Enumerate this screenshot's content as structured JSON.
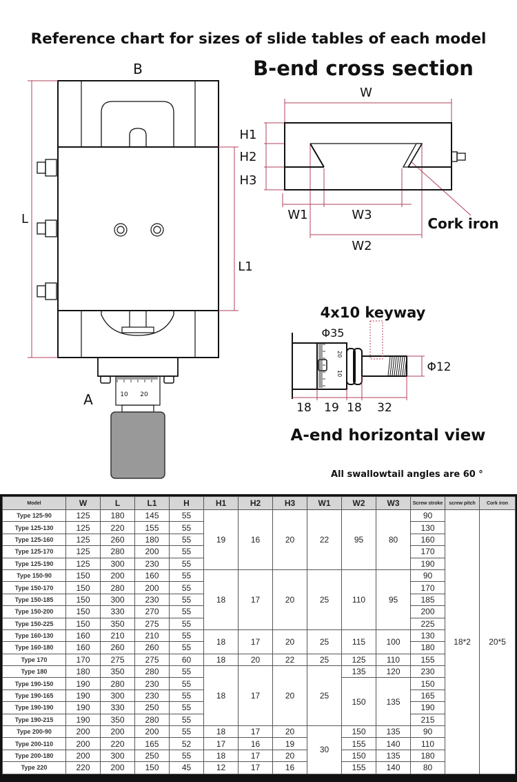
{
  "title": "Reference chart for sizes of slide tables of each model",
  "top_view": {
    "end_b": "B",
    "end_a": "A",
    "dim_l": "L",
    "dim_l1": "L1",
    "scale_10": "10",
    "scale_20": "20"
  },
  "cross_section": {
    "title": "B-end cross section",
    "w": "W",
    "h1": "H1",
    "h2": "H2",
    "h3": "H3",
    "w1": "W1",
    "w2": "W2",
    "w3": "W3",
    "cork_iron": "Cork iron"
  },
  "a_end": {
    "title": "A-end horizontal view",
    "keyway": "4x10 keyway",
    "dia_35": "Φ35",
    "dia_12": "Φ12",
    "dial_10": "10",
    "dial_20": "20",
    "dims": [
      "18",
      "19",
      "18",
      "32"
    ]
  },
  "note": "All swallowtail angles are 60 °",
  "table": {
    "headers": [
      "Model",
      "W",
      "L",
      "L1",
      "H",
      "H1",
      "H2",
      "H3",
      "W1",
      "W2",
      "W3",
      "Screw stroke",
      "screw pitch",
      "Cork iron"
    ],
    "rows": [
      {
        "model": "Type 125-90",
        "cells": [
          "125",
          "180",
          "145",
          "55",
          {
            "v": "19",
            "span": 5
          },
          {
            "v": "16",
            "span": 5
          },
          {
            "v": "20",
            "span": 5
          },
          {
            "v": "22",
            "span": 5
          },
          {
            "v": "95",
            "span": 5
          },
          {
            "v": "80",
            "span": 5
          },
          "90",
          {
            "v": "18*2",
            "span": 22
          },
          {
            "v": "20*5",
            "span": 22
          }
        ]
      },
      {
        "model": "Type 125-130",
        "cells": [
          "125",
          "220",
          "155",
          "55",
          "130"
        ]
      },
      {
        "model": "Type 125-160",
        "cells": [
          "125",
          "260",
          "180",
          "55",
          "160"
        ]
      },
      {
        "model": "Type 125-170",
        "cells": [
          "125",
          "280",
          "200",
          "55",
          "170"
        ]
      },
      {
        "model": "Type 125-190",
        "cells": [
          "125",
          "300",
          "230",
          "55",
          "190"
        ]
      },
      {
        "model": "Type 150-90",
        "cells": [
          "150",
          "200",
          "160",
          "55",
          {
            "v": "18",
            "span": 5
          },
          {
            "v": "17",
            "span": 5
          },
          {
            "v": "20",
            "span": 5
          },
          {
            "v": "25",
            "span": 5
          },
          {
            "v": "110",
            "span": 5
          },
          {
            "v": "95",
            "span": 5
          },
          "90"
        ]
      },
      {
        "model": "Type 150-170",
        "cells": [
          "150",
          "280",
          "200",
          "55",
          "170"
        ]
      },
      {
        "model": "Type 150-185",
        "cells": [
          "150",
          "300",
          "230",
          "55",
          "185"
        ]
      },
      {
        "model": "Type 150-200",
        "cells": [
          "150",
          "330",
          "270",
          "55",
          "200"
        ]
      },
      {
        "model": "Type 150-225",
        "cells": [
          "150",
          "350",
          "275",
          "55",
          "225"
        ]
      },
      {
        "model": "Type 160-130",
        "cells": [
          "160",
          "210",
          "210",
          "55",
          {
            "v": "18",
            "span": 2
          },
          {
            "v": "17",
            "span": 2
          },
          {
            "v": "20",
            "span": 2
          },
          {
            "v": "25",
            "span": 2
          },
          {
            "v": "115",
            "span": 2
          },
          {
            "v": "100",
            "span": 2
          },
          "130"
        ]
      },
      {
        "model": "Type 160-180",
        "cells": [
          "160",
          "260",
          "260",
          "55",
          "180"
        ]
      },
      {
        "model": "Type 170",
        "cells": [
          "170",
          "275",
          "275",
          "60",
          "18",
          "20",
          "22",
          "25",
          "125",
          "110",
          "155"
        ]
      },
      {
        "model": "Type 180",
        "cells": [
          "180",
          "350",
          "280",
          "55",
          {
            "v": "18",
            "span": 5
          },
          {
            "v": "17",
            "span": 5
          },
          {
            "v": "20",
            "span": 5
          },
          {
            "v": "25",
            "span": 5
          },
          "135",
          "120",
          "230"
        ]
      },
      {
        "model": "Type 190-150",
        "cells": [
          "190",
          "280",
          "230",
          "55",
          {
            "v": "150",
            "span": 4
          },
          {
            "v": "135",
            "span": 4
          },
          "150"
        ]
      },
      {
        "model": "Type 190-165",
        "cells": [
          "190",
          "300",
          "230",
          "55",
          "165"
        ]
      },
      {
        "model": "Type 190-190",
        "cells": [
          "190",
          "330",
          "250",
          "55",
          "190"
        ]
      },
      {
        "model": "Type 190-215",
        "cells": [
          "190",
          "350",
          "280",
          "55",
          "215"
        ]
      },
      {
        "model": "Type 200-90",
        "cells": [
          "200",
          "200",
          "200",
          "55",
          "18",
          "17",
          "20",
          {
            "v": "30",
            "span": 4
          },
          "150",
          "135",
          "90"
        ]
      },
      {
        "model": "Type 200-110",
        "cells": [
          "200",
          "220",
          "165",
          "52",
          "17",
          "16",
          "19",
          "155",
          "140",
          "110"
        ]
      },
      {
        "model": "Type 200-180",
        "cells": [
          "200",
          "300",
          "250",
          "55",
          "18",
          "17",
          "20",
          "150",
          "135",
          "180"
        ]
      },
      {
        "model": "Type 220",
        "cells": [
          "220",
          "200",
          "150",
          "45",
          "12",
          "17",
          "16",
          "155",
          "140",
          "80"
        ]
      }
    ]
  },
  "colors": {
    "line": "#111111",
    "dimension": "#b0405a",
    "handle": "#999999",
    "header_bg": "#d6d6d6"
  }
}
